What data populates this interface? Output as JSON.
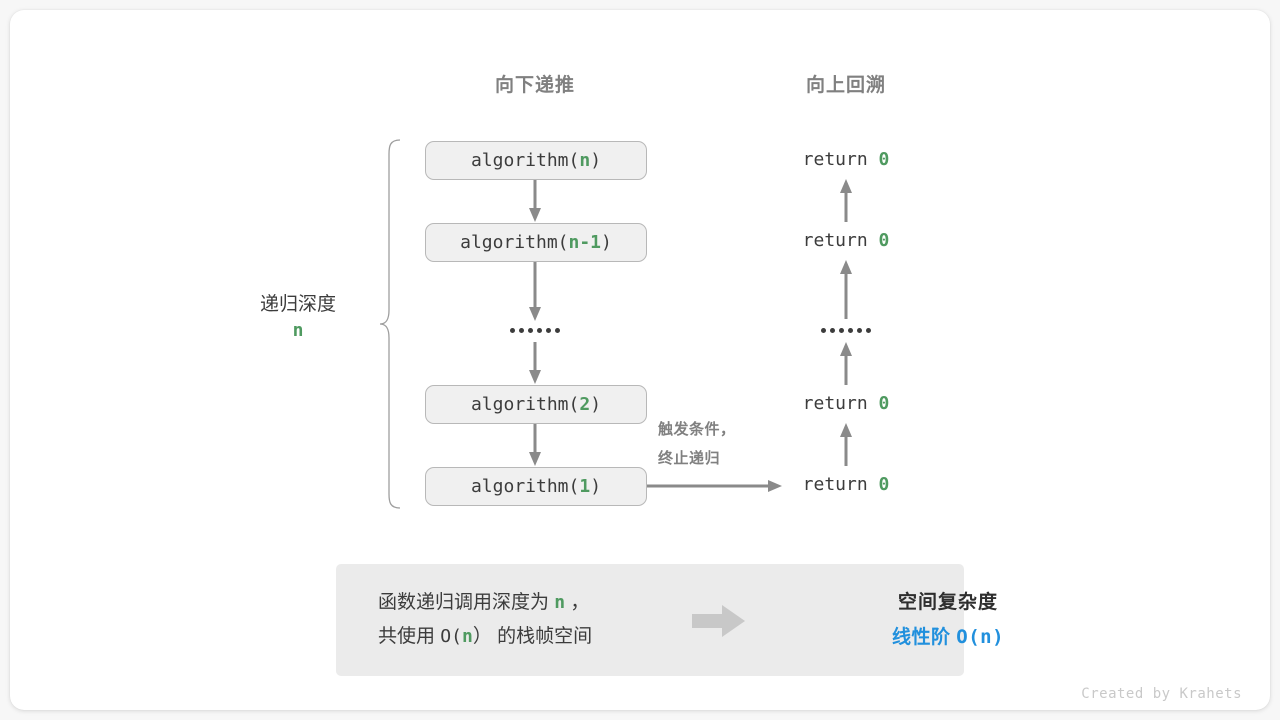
{
  "colors": {
    "page_background": "#f7f7f7",
    "card_background": "#ffffff",
    "box_fill": "#f0f0f0",
    "box_border": "#b8b8b8",
    "arrow_gray": "#8a8a8a",
    "text_dark": "#3c3c3c",
    "text_muted": "#808080",
    "accent_green": "#4f9a60",
    "accent_blue": "#2190dd",
    "summary_fill": "#ebebeb",
    "block_arrow": "#c8c8c8",
    "credit_gray": "#c9c9c9"
  },
  "headers": {
    "down": "向下递推",
    "up": "向上回溯"
  },
  "depth_label": {
    "text": "递归深度",
    "value": "n"
  },
  "call_stack": [
    {
      "prefix": "algorithm(",
      "arg": "n",
      "suffix": ")"
    },
    {
      "prefix": "algorithm(",
      "arg": "n-1",
      "suffix": ")"
    },
    {
      "prefix": "algorithm(",
      "arg": "2",
      "suffix": ")"
    },
    {
      "prefix": "algorithm(",
      "arg": "1",
      "suffix": ")"
    }
  ],
  "returns": [
    {
      "keyword": "return",
      "value": "0"
    },
    {
      "keyword": "return",
      "value": "0"
    },
    {
      "keyword": "return",
      "value": "0"
    },
    {
      "keyword": "return",
      "value": "0"
    }
  ],
  "trigger": {
    "line1": "触发条件，",
    "line2": "终止递归"
  },
  "summary": {
    "left_line1_a": "函数递归调用深度为 ",
    "left_line1_n": "n",
    "left_line1_b": " ，",
    "left_line2_a": "共使用 ",
    "left_line2_O": "O(",
    "left_line2_n": "n",
    "left_line2_close": "）",
    "left_line2_b": " 的栈帧空间",
    "right_title": "空间复杂度",
    "right_result_zh": "线性阶 ",
    "right_result_mono": "O(n)"
  },
  "credit": "Created by Krahets"
}
